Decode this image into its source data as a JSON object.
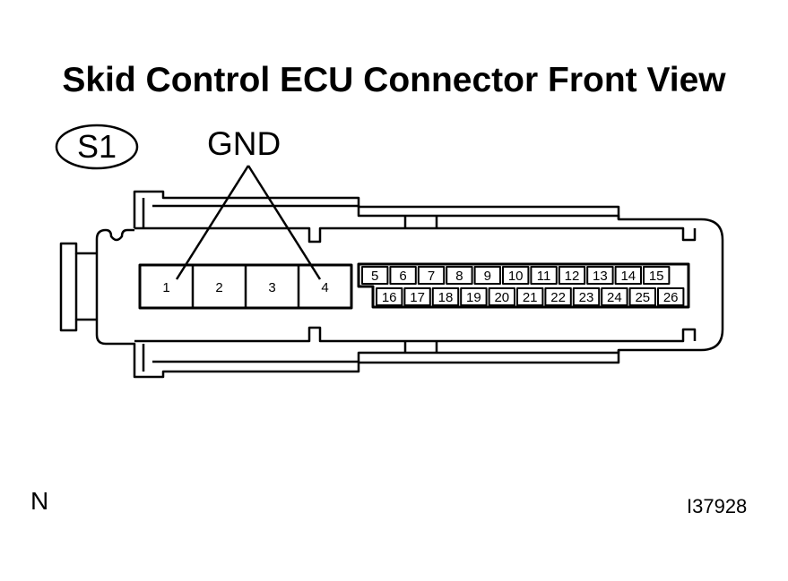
{
  "title": "Skid Control ECU Connector Front View",
  "connector_code": "S1",
  "ground_label": "GND",
  "corner_mark": "N",
  "figure_id": "I37928",
  "large_pins": [
    "1",
    "2",
    "3",
    "4"
  ],
  "small_pins_top": [
    "5",
    "6",
    "7",
    "8",
    "9",
    "10",
    "11",
    "12",
    "13",
    "14",
    "15"
  ],
  "small_pins_bottom": [
    "16",
    "17",
    "18",
    "19",
    "20",
    "21",
    "22",
    "23",
    "24",
    "25",
    "26"
  ],
  "ground_pins": [
    "1",
    "4"
  ]
}
